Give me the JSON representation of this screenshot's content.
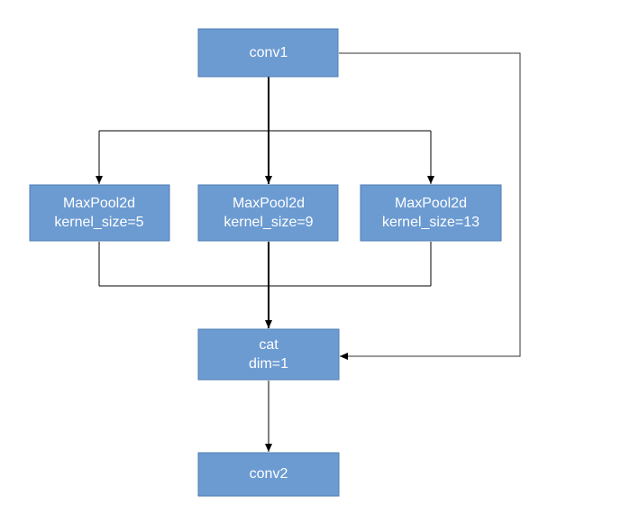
{
  "colors": {
    "node_fill": "#6c9bd2",
    "node_border": "#4f7eb3",
    "node_text": "#ffffff",
    "edge": "#000000"
  },
  "nodes": {
    "conv1": {
      "line1": "conv1"
    },
    "pool5": {
      "line1": "MaxPool2d",
      "line2": "kernel_size=5"
    },
    "pool9": {
      "line1": "MaxPool2d",
      "line2": "kernel_size=9"
    },
    "pool13": {
      "line1": "MaxPool2d",
      "line2": "kernel_size=13"
    },
    "cat": {
      "line1": "cat",
      "line2": "dim=1"
    },
    "conv2": {
      "line1": "conv2"
    }
  }
}
